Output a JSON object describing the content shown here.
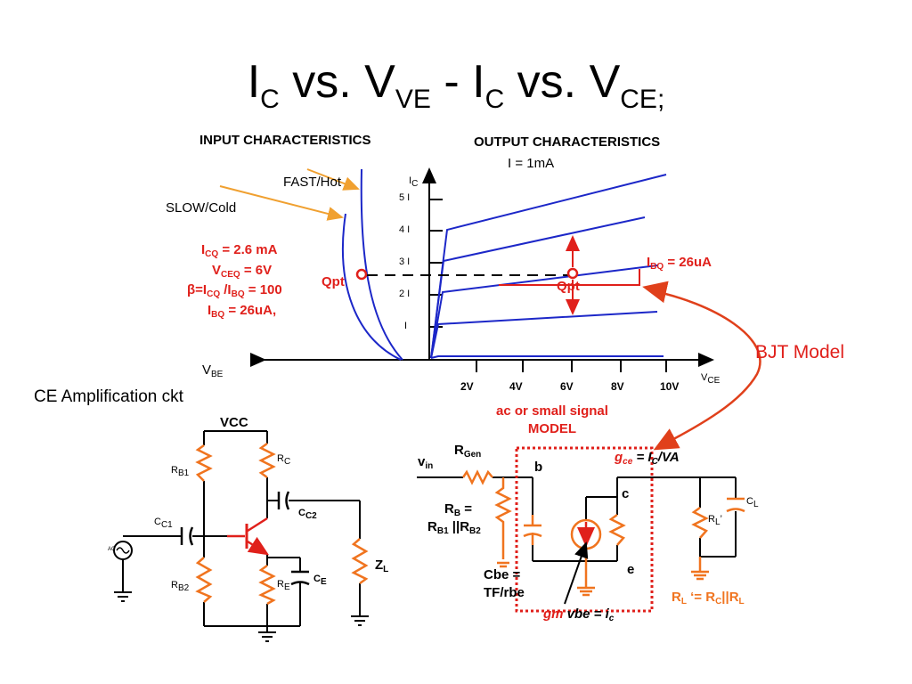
{
  "title": {
    "ic": "I",
    "ic_sub": "C",
    "vs1": " vs. V",
    "vve_sub": "VE",
    "dash": " - I",
    "ic2_sub": "C",
    "vs2": " vs. V",
    "vce_sub": "CE;"
  },
  "input_char": {
    "heading": "INPUT CHARACTERISTICS",
    "fast_hot": "FAST/Hot",
    "slow_cold": "SLOW/Cold",
    "vbe": "V",
    "vbe_sub": "BE",
    "qpt": "Qpt"
  },
  "specs": {
    "icq_pre": "I",
    "icq_sub": "CQ",
    "icq_val": " = 2.6 mA",
    "vceq_pre": "V",
    "vceq_sub": "CEQ",
    "vceq_val": " = 6V",
    "beta_pre": "β=I",
    "beta_sub1": "CQ",
    "beta_mid": " /I",
    "beta_sub2": "BQ",
    "beta_val": "  = 100",
    "ibq_pre": "I",
    "ibq_sub": "BQ",
    "ibq_val": " = 26uA,"
  },
  "output_char": {
    "heading": "OUTPUT CHARACTERISTICS",
    "step": "I =  1mA",
    "ic": "I",
    "ic_sub": "C",
    "vce": "V",
    "vce_sub": "CE",
    "y_ticks": [
      "5 I",
      "4 I",
      "3 I",
      "2 I",
      "I"
    ],
    "x_ticks": [
      "2V",
      "4V",
      "6V",
      "8V",
      "10V"
    ],
    "ibq_pre": "I",
    "ibq_sub": "BQ",
    "ibq_val": " = 26uA",
    "qpt": "Qpt"
  },
  "model": {
    "bjt_model": "BJT Model",
    "heading_line1": "ac or small signal",
    "heading_line2": "MODEL",
    "vin": "v",
    "vin_sub": "in",
    "rgen": "R",
    "rgen_sub": "Gen",
    "rb_pre": "R",
    "rb_sub": "B",
    "rb_eq": " =",
    "rb_expr_pre": "R",
    "rb_expr_sub1": "B1",
    "rb_expr_mid": " ||R",
    "rb_expr_sub2": "B2",
    "b": "b",
    "c": "c",
    "e": "e",
    "gce_pre": "g",
    "gce_sub": "ce",
    "gce_eq": " = I",
    "gce_sub2": "C",
    "gce_end": "/VA",
    "cbe_line1": "Cbe =",
    "cbe_line2": "TF/rbe",
    "gm": "gm",
    "gm_rest": " vbe = i",
    "gm_sub": "c",
    "rl_prime": "R",
    "rl_prime_sub": "L",
    "rl_prime_end": "’",
    "cl": "C",
    "cl_sub": "L",
    "rl_eq_pre": "R",
    "rl_eq_sub1": "L",
    "rl_eq_mid": " ‘= R",
    "rl_eq_sub2": "C",
    "rl_eq_mid2": "||R",
    "rl_eq_sub3": "L"
  },
  "ce_ckt": {
    "heading": "CE Amplification ckt",
    "vcc": "VCC",
    "rb1": "R",
    "rb1_sub": "B1",
    "rb2": "R",
    "rb2_sub": "B2",
    "rc": "R",
    "rc_sub": "C",
    "re": "R",
    "re_sub": "E",
    "ce": "C",
    "ce_sub": "E",
    "cc1": "C",
    "cc1_sub": "C1",
    "cc2": "C",
    "cc2_sub": "C2",
    "zl": "Z",
    "zl_sub": "L",
    "ac": "AC"
  },
  "colors": {
    "curve_blue": "#1c27c8",
    "highlight_red": "#e0201b",
    "arrow_orange": "#f0a030",
    "component_orange": "#f0741f"
  }
}
